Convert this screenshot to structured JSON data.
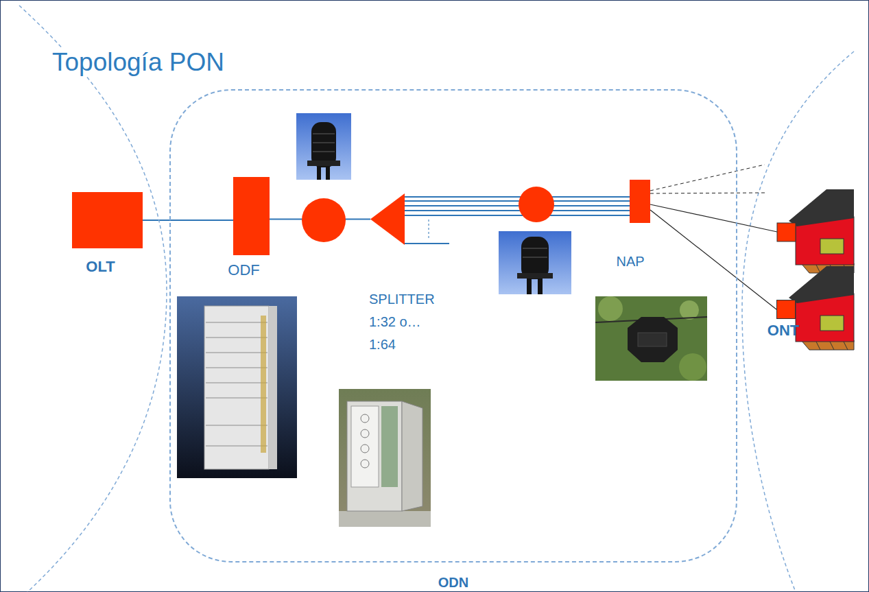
{
  "diagram": {
    "title": "Topología PON",
    "nodes": [
      {
        "text": [
          "OLT"
        ]
      },
      {
        "text": [
          "ODN"
        ]
      },
      {
        "text": [
          "ODF"
        ],
        "in": 1
      },
      {
        "text": [
          "SPLITTER 1:32 o… 1:64"
        ],
        "in": 1
      },
      {
        "text": [
          "NAP"
        ],
        "in": 1
      },
      {
        "text": [
          "ONT"
        ]
      }
    ],
    "edges": [
      {
        "from": 0,
        "to": 2,
        "arrow": "none"
      },
      {
        "from": 2,
        "to": 3,
        "arrow": "none"
      },
      {
        "from": 3,
        "to": 4,
        "arrow": "none"
      },
      {
        "from": 4,
        "to": 5,
        "arrow": "none"
      }
    ]
  }
}
